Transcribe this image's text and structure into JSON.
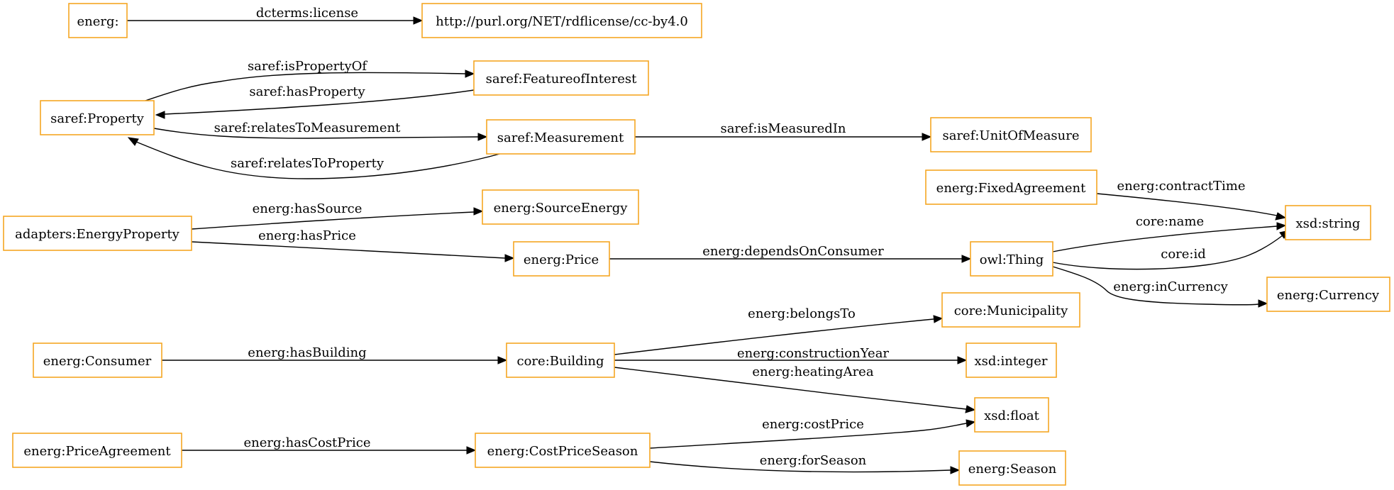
{
  "colors": {
    "node_border": "#f5a623",
    "edge": "#000000",
    "background": "#ffffff"
  },
  "nodes": {
    "energ": "energ:",
    "license": "http://purl.org/NET/rdflicense/cc-by4.0",
    "saref_property": "saref:Property",
    "saref_featureofinterest": "saref:FeatureofInterest",
    "saref_measurement": "saref:Measurement",
    "saref_unitofmeasure": "saref:UnitOfMeasure",
    "energ_fixedagreement": "energ:FixedAgreement",
    "energ_sourceenergy": "energ:SourceEnergy",
    "adapters_energyproperty": "adapters:EnergyProperty",
    "xsd_string": "xsd:string",
    "energ_price": "energ:Price",
    "owl_thing": "owl:Thing",
    "energ_currency": "energ:Currency",
    "core_municipality": "core:Municipality",
    "energ_consumer": "energ:Consumer",
    "core_building": "core:Building",
    "xsd_integer": "xsd:integer",
    "xsd_float": "xsd:float",
    "energ_priceagreement": "energ:PriceAgreement",
    "energ_costpriceseason": "energ:CostPriceSeason",
    "energ_season": "energ:Season"
  },
  "edges": {
    "license": "dcterms:license",
    "is_property_of": "saref:isPropertyOf",
    "has_property": "saref:hasProperty",
    "relates_to_measurement": "saref:relatesToMeasurement",
    "relates_to_property": "saref:relatesToProperty",
    "is_measured_in": "saref:isMeasuredIn",
    "contract_time": "energ:contractTime",
    "has_source": "energ:hasSource",
    "has_price": "energ:hasPrice",
    "core_name": "core:name",
    "depends_on_consumer": "energ:dependsOnConsumer",
    "core_id": "core:id",
    "in_currency": "energ:inCurrency",
    "belongs_to": "energ:belongsTo",
    "has_building": "energ:hasBuilding",
    "construction_year": "energ:constructionYear",
    "heating_area": "energ:heatingArea",
    "cost_price": "energ:costPrice",
    "has_cost_price": "energ:hasCostPrice",
    "for_season": "energ:forSeason"
  }
}
